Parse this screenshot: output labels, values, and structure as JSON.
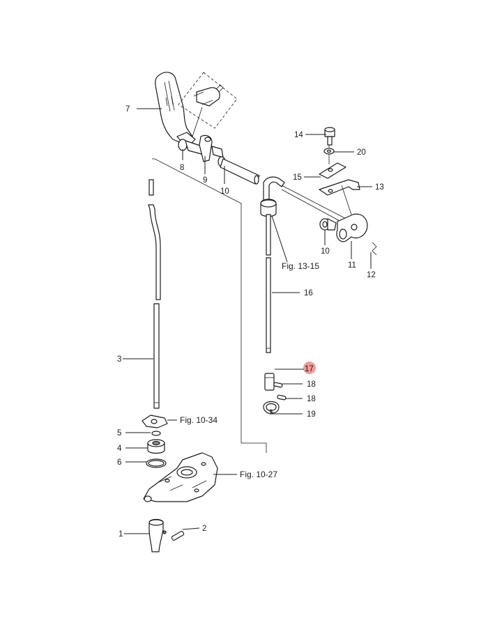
{
  "labels": {
    "p1": "1",
    "p2": "2",
    "p3": "3",
    "p4": "4",
    "p5": "5",
    "p6": "6",
    "p7": "7",
    "p8": "8",
    "p9": "9",
    "p10a": "10",
    "p10b": "10",
    "p11": "11",
    "p12": "12",
    "p13": "13",
    "p14": "14",
    "p15": "15",
    "p16": "16",
    "p17": "17",
    "p18a": "18",
    "p18b": "18",
    "p19": "19",
    "p20": "20"
  },
  "references": {
    "fig_13_15": "Fig. 13-15",
    "fig_10_34": "Fig. 10-34",
    "fig_10_27": "Fig. 10-27"
  },
  "highlight": {
    "part": "17",
    "color": "#e8474b"
  }
}
